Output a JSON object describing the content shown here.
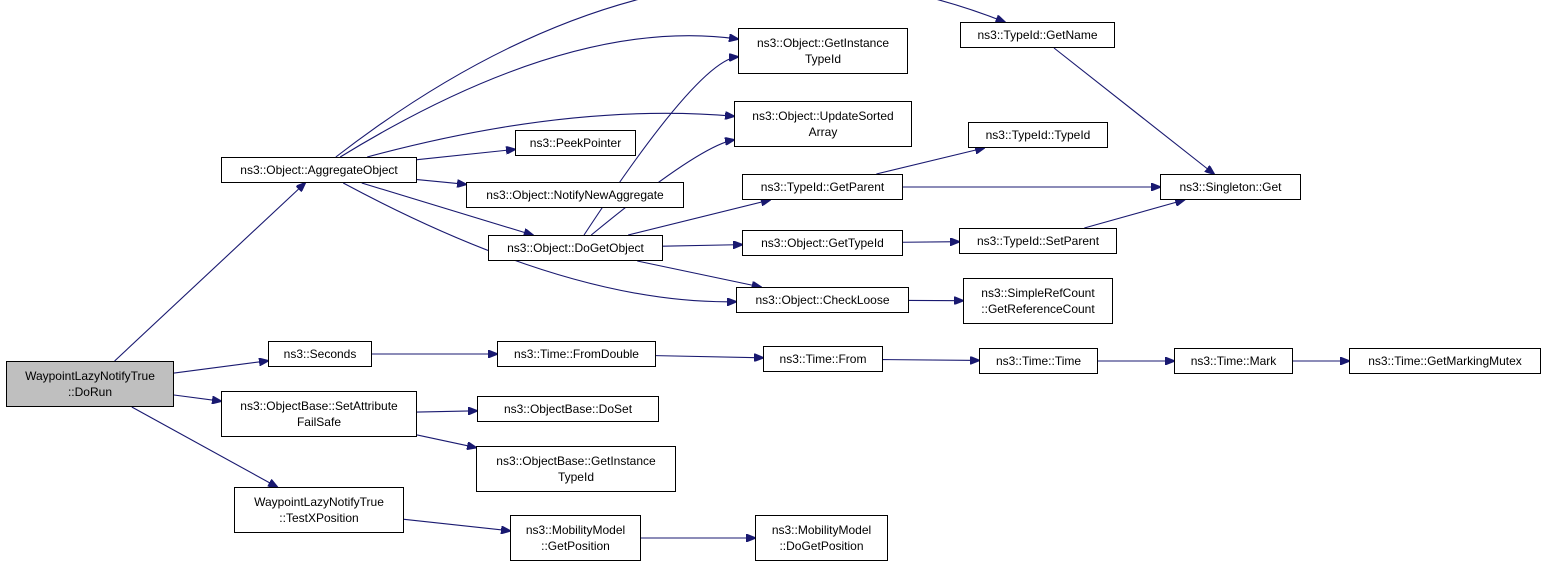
{
  "graph": {
    "edge_color": "#191970",
    "root_fill": "#bfbfbf",
    "nodes": [
      {
        "id": "dorun",
        "label": "WaypointLazyNotifyTrue\n::DoRun",
        "root": true
      },
      {
        "id": "aggregate",
        "label": "ns3::Object::AggregateObject"
      },
      {
        "id": "seconds",
        "label": "ns3::Seconds"
      },
      {
        "id": "setattr",
        "label": "ns3::ObjectBase::SetAttribute\nFailSafe"
      },
      {
        "id": "testx",
        "label": "WaypointLazyNotifyTrue\n::TestXPosition"
      },
      {
        "id": "getinst",
        "label": "ns3::Object::GetInstance\nTypeId"
      },
      {
        "id": "updsorted",
        "label": "ns3::Object::UpdateSorted\nArray"
      },
      {
        "id": "peek",
        "label": "ns3::PeekPointer"
      },
      {
        "id": "notifynew",
        "label": "ns3::Object::NotifyNewAggregate"
      },
      {
        "id": "dogetobj",
        "label": "ns3::Object::DoGetObject"
      },
      {
        "id": "checkloose",
        "label": "ns3::Object::CheckLoose"
      },
      {
        "id": "getname",
        "label": "ns3::TypeId::GetName"
      },
      {
        "id": "typeid",
        "label": "ns3::TypeId::TypeId"
      },
      {
        "id": "getparent",
        "label": "ns3::TypeId::GetParent"
      },
      {
        "id": "gettypeid",
        "label": "ns3::Object::GetTypeId"
      },
      {
        "id": "setparent",
        "label": "ns3::TypeId::SetParent"
      },
      {
        "id": "singleton",
        "label": "ns3::Singleton::Get"
      },
      {
        "id": "getref",
        "label": "ns3::SimpleRefCount\n::GetReferenceCount"
      },
      {
        "id": "fromdouble",
        "label": "ns3::Time::FromDouble"
      },
      {
        "id": "from",
        "label": "ns3::Time::From"
      },
      {
        "id": "time",
        "label": "ns3::Time::Time"
      },
      {
        "id": "mark",
        "label": "ns3::Time::Mark"
      },
      {
        "id": "mutex",
        "label": "ns3::Time::GetMarkingMutex"
      },
      {
        "id": "doset",
        "label": "ns3::ObjectBase::DoSet"
      },
      {
        "id": "obgetinst",
        "label": "ns3::ObjectBase::GetInstance\nTypeId"
      },
      {
        "id": "getpos",
        "label": "ns3::MobilityModel\n::GetPosition"
      },
      {
        "id": "dogetpos",
        "label": "ns3::MobilityModel\n::DoGetPosition"
      }
    ],
    "edges": [
      [
        "dorun",
        "aggregate"
      ],
      [
        "dorun",
        "seconds"
      ],
      [
        "dorun",
        "setattr"
      ],
      [
        "dorun",
        "testx"
      ],
      [
        "aggregate",
        "getname"
      ],
      [
        "aggregate",
        "getinst"
      ],
      [
        "aggregate",
        "updsorted"
      ],
      [
        "aggregate",
        "peek"
      ],
      [
        "aggregate",
        "notifynew"
      ],
      [
        "aggregate",
        "dogetobj"
      ],
      [
        "aggregate",
        "checkloose"
      ],
      [
        "dogetobj",
        "getinst"
      ],
      [
        "dogetobj",
        "updsorted"
      ],
      [
        "dogetobj",
        "getparent"
      ],
      [
        "dogetobj",
        "gettypeid"
      ],
      [
        "dogetobj",
        "checkloose"
      ],
      [
        "getname",
        "singleton"
      ],
      [
        "getparent",
        "typeid"
      ],
      [
        "getparent",
        "singleton"
      ],
      [
        "gettypeid",
        "setparent"
      ],
      [
        "setparent",
        "singleton"
      ],
      [
        "checkloose",
        "getref"
      ],
      [
        "seconds",
        "fromdouble"
      ],
      [
        "fromdouble",
        "from"
      ],
      [
        "from",
        "time"
      ],
      [
        "time",
        "mark"
      ],
      [
        "mark",
        "mutex"
      ],
      [
        "setattr",
        "doset"
      ],
      [
        "setattr",
        "obgetinst"
      ],
      [
        "testx",
        "getpos"
      ],
      [
        "getpos",
        "dogetpos"
      ]
    ]
  }
}
